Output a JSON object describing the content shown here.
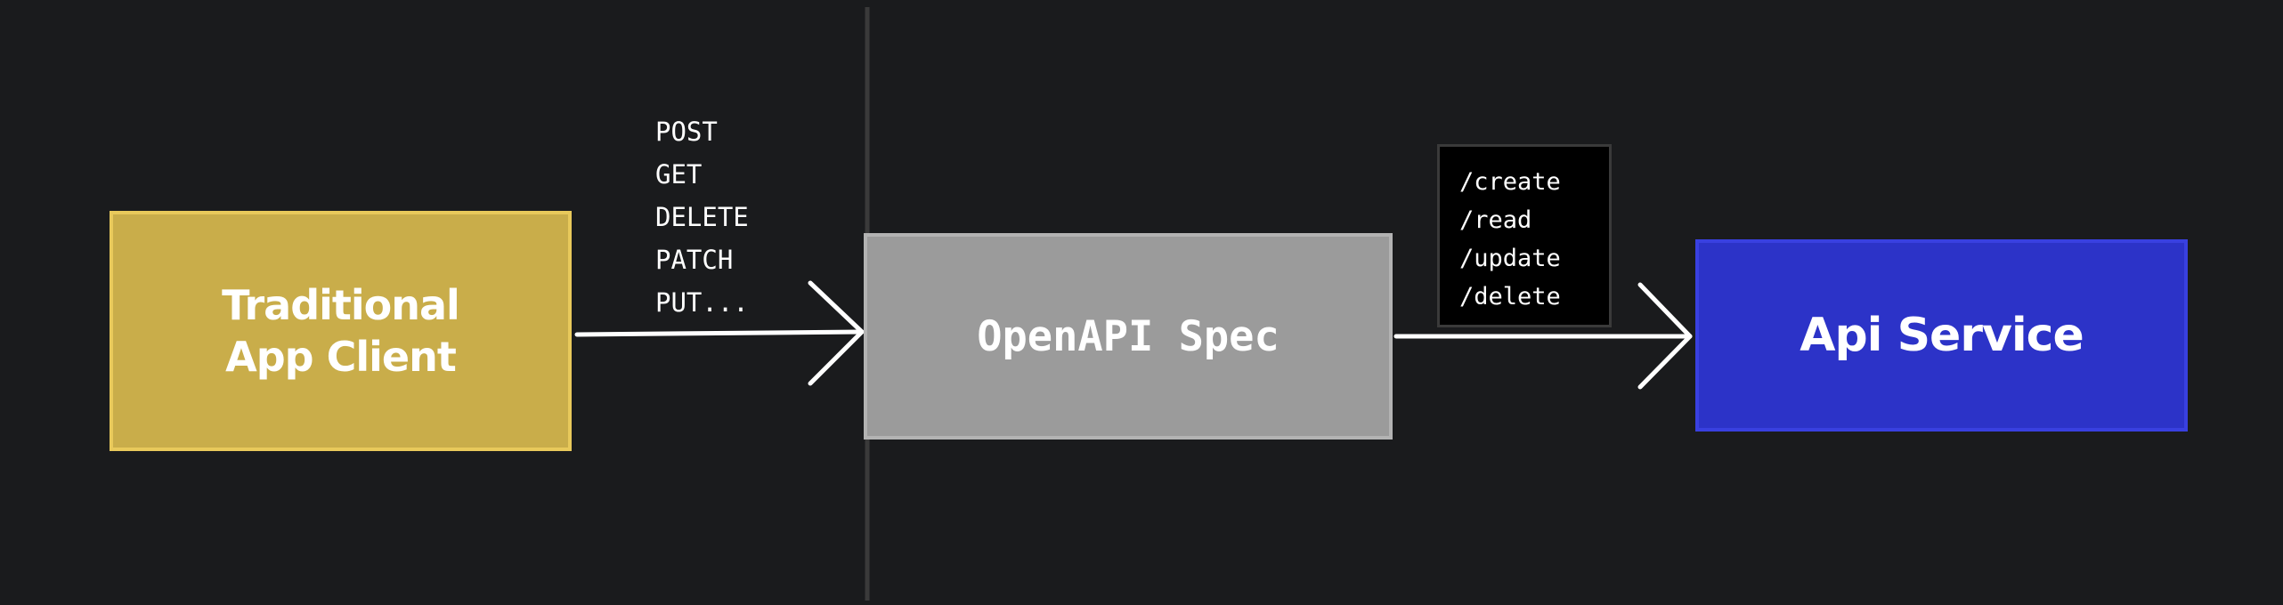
{
  "nodes": {
    "client": {
      "label": "Traditional\nApp Client",
      "fill": "#c9ad4a"
    },
    "spec": {
      "label": "OpenAPI Spec",
      "fill": "#9b9b9b"
    },
    "service": {
      "label": "Api Service",
      "fill": "#2c33c8"
    }
  },
  "methods": [
    "POST",
    "GET",
    "DELETE",
    "PATCH",
    "PUT..."
  ],
  "routes": [
    "/create",
    "/read",
    "/update",
    "/delete"
  ],
  "colors": {
    "background": "#1a1b1d",
    "arrow": "#ffffff",
    "divider": "#3a3a3a"
  }
}
